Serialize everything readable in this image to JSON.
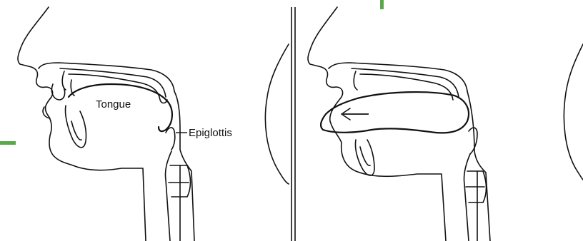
{
  "labels": {
    "tongue": "Tongue",
    "epiglottis": "Epiglottis",
    "credit": "     "
  },
  "colors": {
    "ink": "#111111",
    "accent_green": "#5aa84a",
    "background": "#ffffff"
  },
  "panels": [
    {
      "name": "panel-resting",
      "arrow": false
    },
    {
      "name": "panel-tongue-pushed-back",
      "arrow": true,
      "arrow_direction": "left"
    }
  ]
}
